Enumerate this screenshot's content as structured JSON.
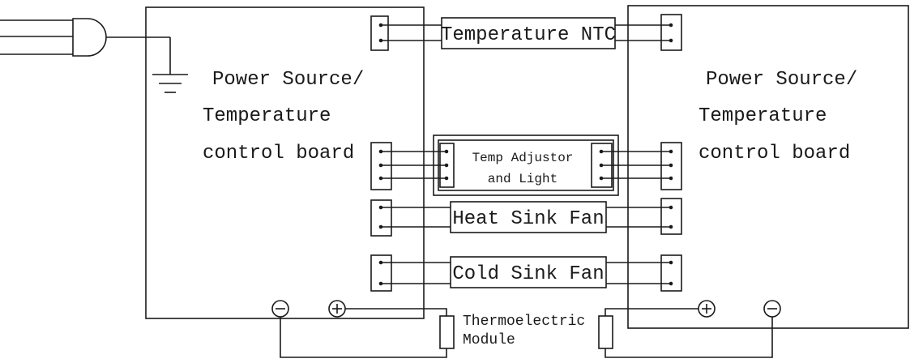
{
  "boards": {
    "left": {
      "line1": "Power Source/",
      "line2": "Temperature",
      "line3": "control board"
    },
    "right": {
      "line1": "Power Source/",
      "line2": "Temperature",
      "line3": "control board"
    }
  },
  "components": {
    "ntc": "Temperature NTC",
    "adjustor_line1": "Temp Adjustor",
    "adjustor_line2": "and Light",
    "heat_fan": "Heat Sink Fan",
    "cold_fan": "Cold Sink Fan",
    "module_line1": "Thermoelectric",
    "module_line2": "Module"
  },
  "terminals": {
    "minus": "−",
    "plus": "+"
  }
}
